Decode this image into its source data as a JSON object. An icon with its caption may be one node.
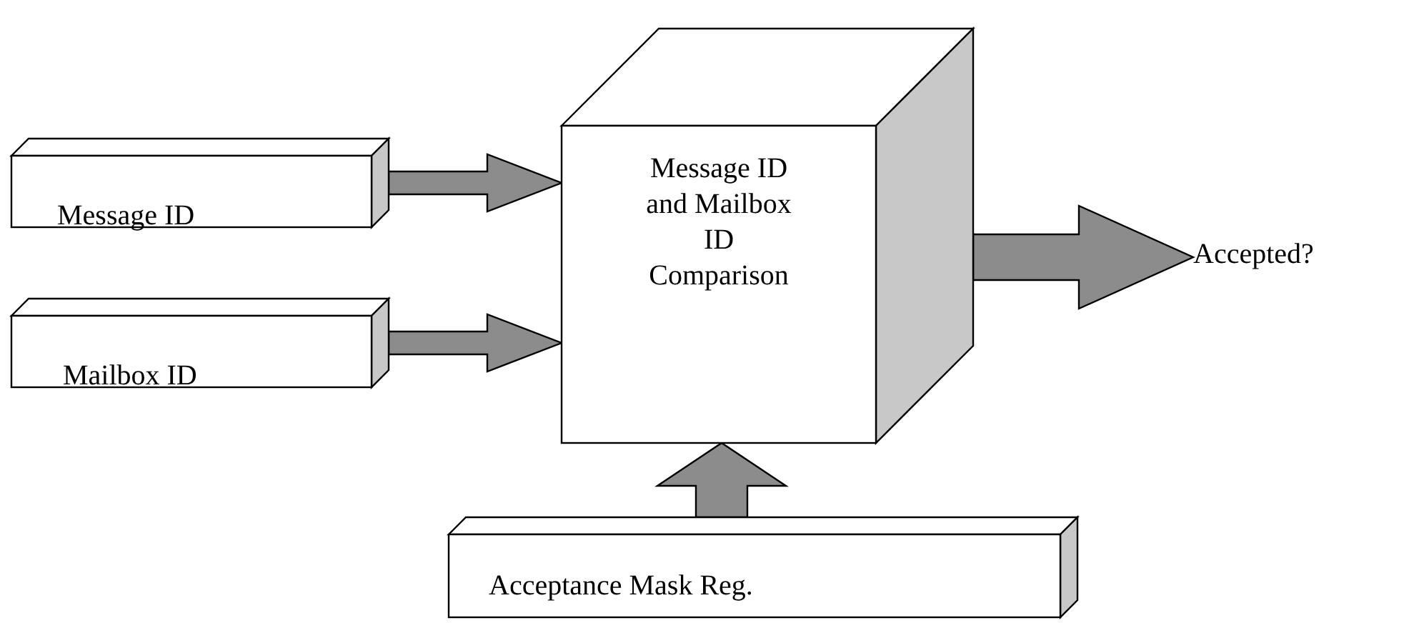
{
  "diagram": {
    "nodes": [
      {
        "text": [
          "Message ID"
        ]
      },
      {
        "text": [
          "Mailbox ID"
        ]
      },
      {
        "text": [
          "Message ID and Mailbox ID Comparison"
        ]
      },
      {
        "text": [
          "Acceptance Mask Reg."
        ]
      },
      {
        "text": [
          "Accepted?"
        ]
      }
    ],
    "edges": [
      {
        "from": 0,
        "to": 2,
        "arrow": "to"
      },
      {
        "from": 1,
        "to": 2,
        "arrow": "to"
      },
      {
        "from": 3,
        "to": 2,
        "arrow": "to"
      },
      {
        "from": 2,
        "to": 4,
        "arrow": "to"
      }
    ]
  }
}
